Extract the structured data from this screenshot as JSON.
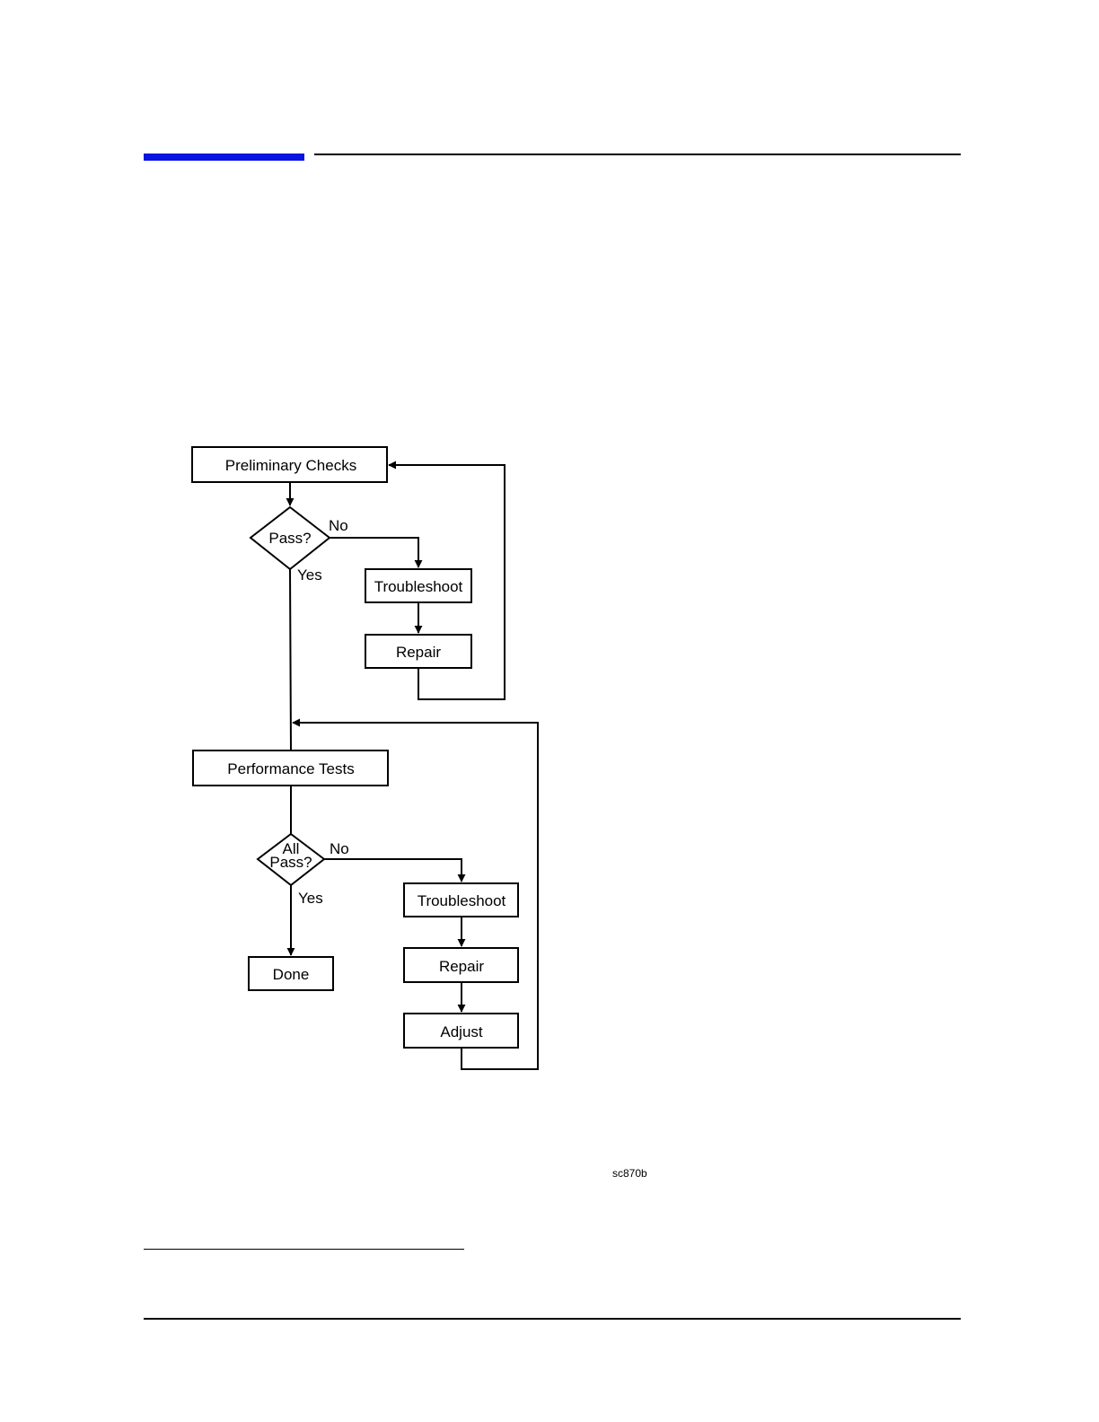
{
  "page": {
    "accent_color": "#0a14e0"
  },
  "flowchart": {
    "preliminary_checks": "Preliminary Checks",
    "pass_decision": "Pass?",
    "pass_no": "No",
    "pass_yes": "Yes",
    "troubleshoot_1": "Troubleshoot",
    "repair_1": "Repair",
    "performance_tests": "Performance Tests",
    "all_pass_line1": "All",
    "all_pass_line2": "Pass?",
    "all_pass_no": "No",
    "all_pass_yes": "Yes",
    "troubleshoot_2": "Troubleshoot",
    "repair_2": "Repair",
    "adjust": "Adjust",
    "done": "Done"
  },
  "figure_id": "sc870b"
}
